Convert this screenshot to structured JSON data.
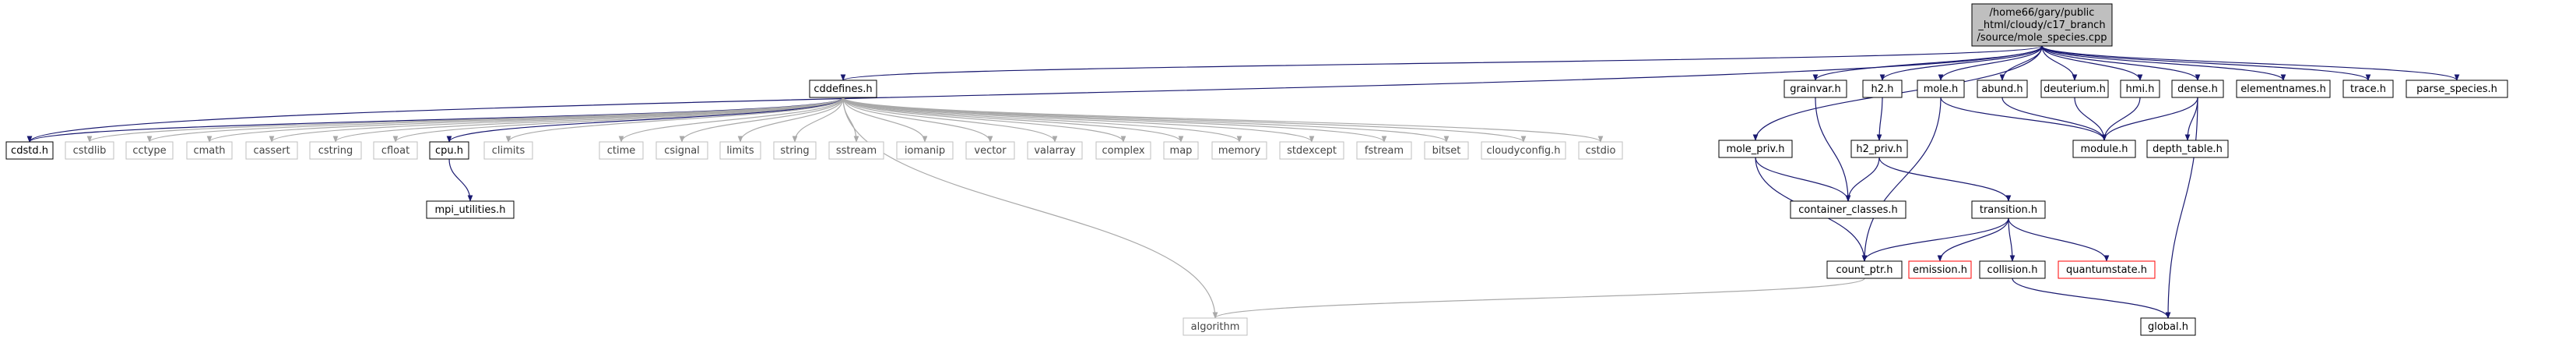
{
  "colors": {
    "edge": "#191970",
    "edge_gray": "#a9a9a9",
    "box_border": "#000000",
    "box_gray_border": "#bfbfbf",
    "box_red_border": "#ff0000",
    "root_fill": "#bfbfbf",
    "node_fill": "#ffffff"
  },
  "nodes": [
    {
      "id": "root",
      "lines": [
        "/home66/gary/public",
        "_html/cloudy/c17_branch",
        "/source/mole_species.cpp"
      ],
      "style": "root"
    },
    {
      "id": "cddefines",
      "lines": [
        "cddefines.h"
      ],
      "style": "normal"
    },
    {
      "id": "cdstd",
      "lines": [
        "cdstd.h"
      ],
      "style": "normal"
    },
    {
      "id": "cstdlib",
      "lines": [
        "cstdlib"
      ],
      "style": "gray"
    },
    {
      "id": "cctype",
      "lines": [
        "cctype"
      ],
      "style": "gray"
    },
    {
      "id": "cmath",
      "lines": [
        "cmath"
      ],
      "style": "gray"
    },
    {
      "id": "cassert",
      "lines": [
        "cassert"
      ],
      "style": "gray"
    },
    {
      "id": "cstring",
      "lines": [
        "cstring"
      ],
      "style": "gray"
    },
    {
      "id": "cfloat",
      "lines": [
        "cfloat"
      ],
      "style": "gray"
    },
    {
      "id": "cpu",
      "lines": [
        "cpu.h"
      ],
      "style": "normal"
    },
    {
      "id": "climits",
      "lines": [
        "climits"
      ],
      "style": "gray"
    },
    {
      "id": "ctime",
      "lines": [
        "ctime"
      ],
      "style": "gray"
    },
    {
      "id": "csignal",
      "lines": [
        "csignal"
      ],
      "style": "gray"
    },
    {
      "id": "limits",
      "lines": [
        "limits"
      ],
      "style": "gray"
    },
    {
      "id": "string",
      "lines": [
        "string"
      ],
      "style": "gray"
    },
    {
      "id": "sstream",
      "lines": [
        "sstream"
      ],
      "style": "gray"
    },
    {
      "id": "iomanip",
      "lines": [
        "iomanip"
      ],
      "style": "gray"
    },
    {
      "id": "vector",
      "lines": [
        "vector"
      ],
      "style": "gray"
    },
    {
      "id": "valarray",
      "lines": [
        "valarray"
      ],
      "style": "gray"
    },
    {
      "id": "complex",
      "lines": [
        "complex"
      ],
      "style": "gray"
    },
    {
      "id": "map",
      "lines": [
        "map"
      ],
      "style": "gray"
    },
    {
      "id": "memory",
      "lines": [
        "memory"
      ],
      "style": "gray"
    },
    {
      "id": "stdexcept",
      "lines": [
        "stdexcept"
      ],
      "style": "gray"
    },
    {
      "id": "fstream",
      "lines": [
        "fstream"
      ],
      "style": "gray"
    },
    {
      "id": "bitset",
      "lines": [
        "bitset"
      ],
      "style": "gray"
    },
    {
      "id": "cloudyconfig",
      "lines": [
        "cloudyconfig.h"
      ],
      "style": "gray"
    },
    {
      "id": "cstdio",
      "lines": [
        "cstdio"
      ],
      "style": "gray"
    },
    {
      "id": "mpi_utilities",
      "lines": [
        "mpi_utilities.h"
      ],
      "style": "normal"
    },
    {
      "id": "algorithm",
      "lines": [
        "algorithm"
      ],
      "style": "gray"
    },
    {
      "id": "mole_priv",
      "lines": [
        "mole_priv.h"
      ],
      "style": "normal"
    },
    {
      "id": "grainvar",
      "lines": [
        "grainvar.h"
      ],
      "style": "normal"
    },
    {
      "id": "h2",
      "lines": [
        "h2.h"
      ],
      "style": "normal"
    },
    {
      "id": "mole",
      "lines": [
        "mole.h"
      ],
      "style": "normal"
    },
    {
      "id": "abund",
      "lines": [
        "abund.h"
      ],
      "style": "normal"
    },
    {
      "id": "deuterium",
      "lines": [
        "deuterium.h"
      ],
      "style": "normal"
    },
    {
      "id": "hmi",
      "lines": [
        "hmi.h"
      ],
      "style": "normal"
    },
    {
      "id": "dense",
      "lines": [
        "dense.h"
      ],
      "style": "normal"
    },
    {
      "id": "elementnames",
      "lines": [
        "elementnames.h"
      ],
      "style": "normal"
    },
    {
      "id": "trace",
      "lines": [
        "trace.h"
      ],
      "style": "normal"
    },
    {
      "id": "parse_species",
      "lines": [
        "parse_species.h"
      ],
      "style": "normal"
    },
    {
      "id": "h2_priv",
      "lines": [
        "h2_priv.h"
      ],
      "style": "normal"
    },
    {
      "id": "module",
      "lines": [
        "module.h"
      ],
      "style": "normal"
    },
    {
      "id": "depth_table",
      "lines": [
        "depth_table.h"
      ],
      "style": "normal"
    },
    {
      "id": "container_classes",
      "lines": [
        "container_classes.h"
      ],
      "style": "normal"
    },
    {
      "id": "transition",
      "lines": [
        "transition.h"
      ],
      "style": "normal"
    },
    {
      "id": "emission",
      "lines": [
        "emission.h"
      ],
      "style": "red"
    },
    {
      "id": "collision",
      "lines": [
        "collision.h"
      ],
      "style": "normal"
    },
    {
      "id": "quantumstate",
      "lines": [
        "quantumstate.h"
      ],
      "style": "red"
    },
    {
      "id": "count_ptr",
      "lines": [
        "count_ptr.h"
      ],
      "style": "normal"
    },
    {
      "id": "global",
      "lines": [
        "global.h"
      ],
      "style": "normal"
    }
  ],
  "edges": [
    [
      "root",
      "cddefines"
    ],
    [
      "root",
      "mole_priv"
    ],
    [
      "root",
      "grainvar"
    ],
    [
      "root",
      "h2"
    ],
    [
      "root",
      "mole"
    ],
    [
      "root",
      "abund"
    ],
    [
      "root",
      "deuterium"
    ],
    [
      "root",
      "hmi"
    ],
    [
      "root",
      "dense"
    ],
    [
      "root",
      "elementnames"
    ],
    [
      "root",
      "trace"
    ],
    [
      "root",
      "parse_species"
    ],
    [
      "root",
      "cdstd"
    ],
    [
      "cddefines",
      "cdstd"
    ],
    [
      "cddefines",
      "cstdlib"
    ],
    [
      "cddefines",
      "cctype"
    ],
    [
      "cddefines",
      "cmath"
    ],
    [
      "cddefines",
      "cassert"
    ],
    [
      "cddefines",
      "cstring"
    ],
    [
      "cddefines",
      "cfloat"
    ],
    [
      "cddefines",
      "cpu"
    ],
    [
      "cddefines",
      "climits"
    ],
    [
      "cddefines",
      "ctime"
    ],
    [
      "cddefines",
      "csignal"
    ],
    [
      "cddefines",
      "limits"
    ],
    [
      "cddefines",
      "string"
    ],
    [
      "cddefines",
      "sstream"
    ],
    [
      "cddefines",
      "iomanip"
    ],
    [
      "cddefines",
      "vector"
    ],
    [
      "cddefines",
      "valarray"
    ],
    [
      "cddefines",
      "complex"
    ],
    [
      "cddefines",
      "map"
    ],
    [
      "cddefines",
      "memory"
    ],
    [
      "cddefines",
      "stdexcept"
    ],
    [
      "cddefines",
      "fstream"
    ],
    [
      "cddefines",
      "bitset"
    ],
    [
      "cddefines",
      "cloudyconfig"
    ],
    [
      "cddefines",
      "cstdio"
    ],
    [
      "cddefines",
      "algorithm"
    ],
    [
      "cpu",
      "mpi_utilities"
    ],
    [
      "mole_priv",
      "container_classes"
    ],
    [
      "mole_priv",
      "count_ptr"
    ],
    [
      "grainvar",
      "container_classes"
    ],
    [
      "h2",
      "h2_priv"
    ],
    [
      "h2_priv",
      "container_classes"
    ],
    [
      "h2_priv",
      "transition"
    ],
    [
      "mole",
      "module"
    ],
    [
      "mole",
      "count_ptr"
    ],
    [
      "abund",
      "module"
    ],
    [
      "deuterium",
      "module"
    ],
    [
      "hmi",
      "module"
    ],
    [
      "dense",
      "module"
    ],
    [
      "dense",
      "depth_table"
    ],
    [
      "dense",
      "global"
    ],
    [
      "transition",
      "emission"
    ],
    [
      "transition",
      "collision"
    ],
    [
      "transition",
      "quantumstate"
    ],
    [
      "transition",
      "count_ptr"
    ],
    [
      "collision",
      "global"
    ],
    [
      "count_ptr",
      "algorithm"
    ]
  ]
}
